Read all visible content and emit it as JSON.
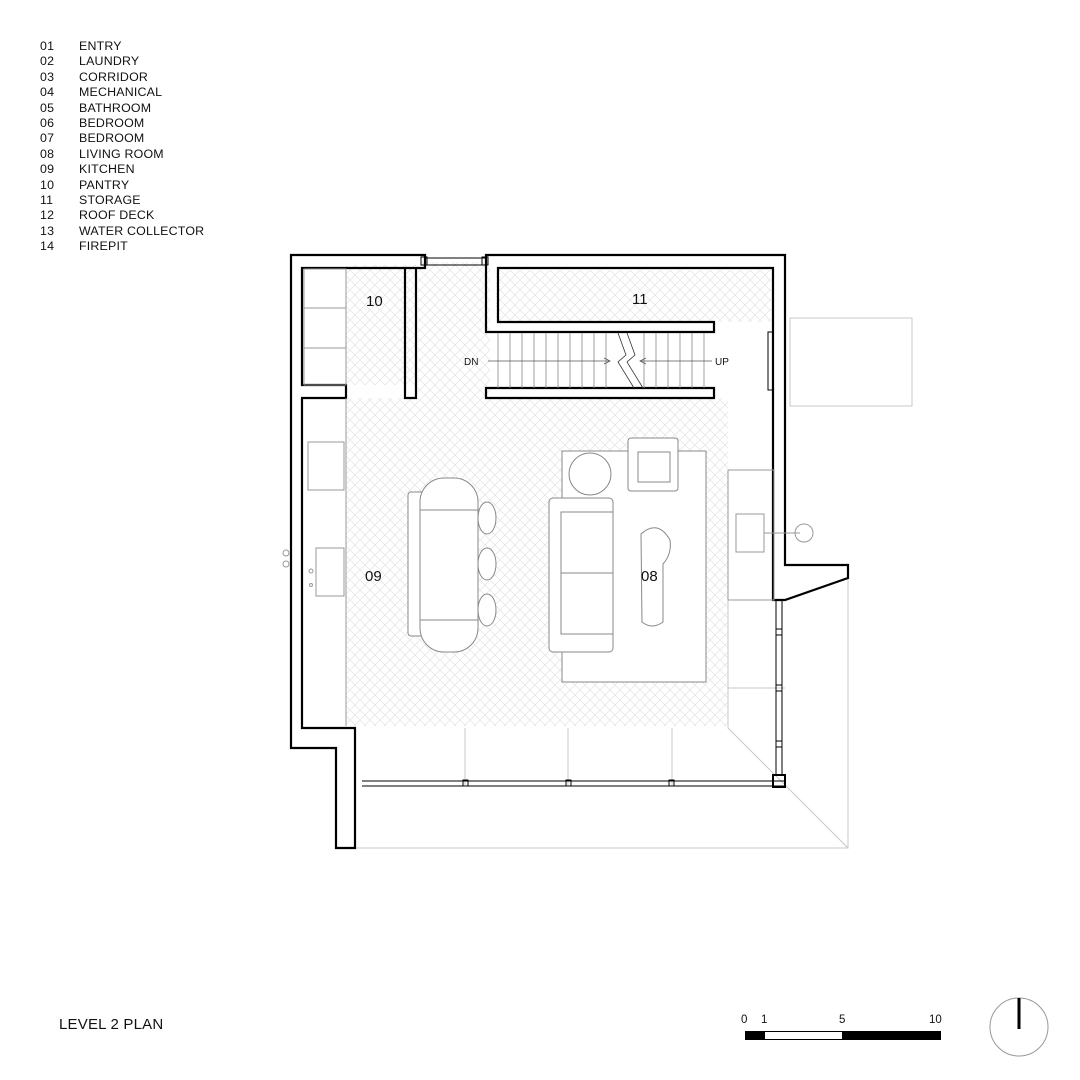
{
  "legend": [
    {
      "num": "01",
      "name": "ENTRY"
    },
    {
      "num": "02",
      "name": "LAUNDRY"
    },
    {
      "num": "03",
      "name": "CORRIDOR"
    },
    {
      "num": "04",
      "name": "MECHANICAL"
    },
    {
      "num": "05",
      "name": "BATHROOM"
    },
    {
      "num": "06",
      "name": "BEDROOM"
    },
    {
      "num": "07",
      "name": "BEDROOM"
    },
    {
      "num": "08",
      "name": "LIVING ROOM"
    },
    {
      "num": "09",
      "name": "KITCHEN"
    },
    {
      "num": "10",
      "name": "PANTRY"
    },
    {
      "num": "11",
      "name": "STORAGE"
    },
    {
      "num": "12",
      "name": "ROOF DECK"
    },
    {
      "num": "13",
      "name": "WATER COLLECTOR"
    },
    {
      "num": "14",
      "name": "FIREPIT"
    }
  ],
  "plan": {
    "title": "LEVEL 2 PLAN",
    "rooms": {
      "pantry": "10",
      "storage": "11",
      "kitchen": "09",
      "living": "08"
    },
    "stair": {
      "down": "DN",
      "up": "UP"
    }
  },
  "scale_bar": {
    "ticks": [
      "0",
      "1",
      "5",
      "10"
    ]
  },
  "colors": {
    "wall": "#000000",
    "line": "#9a9a9a",
    "floor_hatch": "#dcdcdc"
  }
}
